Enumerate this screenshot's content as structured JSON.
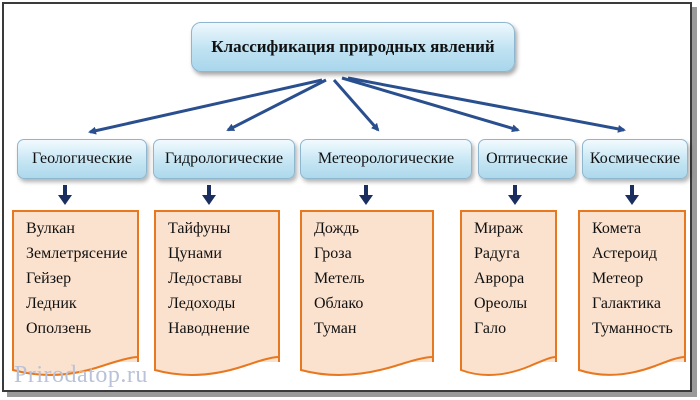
{
  "title": "Классификация природных явлений",
  "categories": [
    {
      "label": "Геологические",
      "items": [
        "Вулкан",
        "Землетрясение",
        "Гейзер",
        "Ледник",
        "Оползень"
      ]
    },
    {
      "label": "Гидрологические",
      "items": [
        "Тайфуны",
        "Цунами",
        "Ледоставы",
        "Ледоходы",
        "Наводнение"
      ]
    },
    {
      "label": "Метеорологические",
      "items": [
        "Дождь",
        "Гроза",
        "Метель",
        "Облако",
        "Туман"
      ]
    },
    {
      "label": "Оптические",
      "items": [
        "Мираж",
        "Радуга",
        "Аврора",
        "Ореолы",
        "Гало"
      ]
    },
    {
      "label": "Космические",
      "items": [
        "Комета",
        "Астероид",
        "Метеор",
        "Галактика",
        "Туманность"
      ]
    }
  ],
  "watermark": "Prirodatop.ru",
  "colors": {
    "box_fill": "#bfe2f2",
    "arrow": "#2a4f8f",
    "list_border": "#e8781f",
    "list_fill": "#fbe2cf",
    "watermark": "#b9c2d8"
  }
}
